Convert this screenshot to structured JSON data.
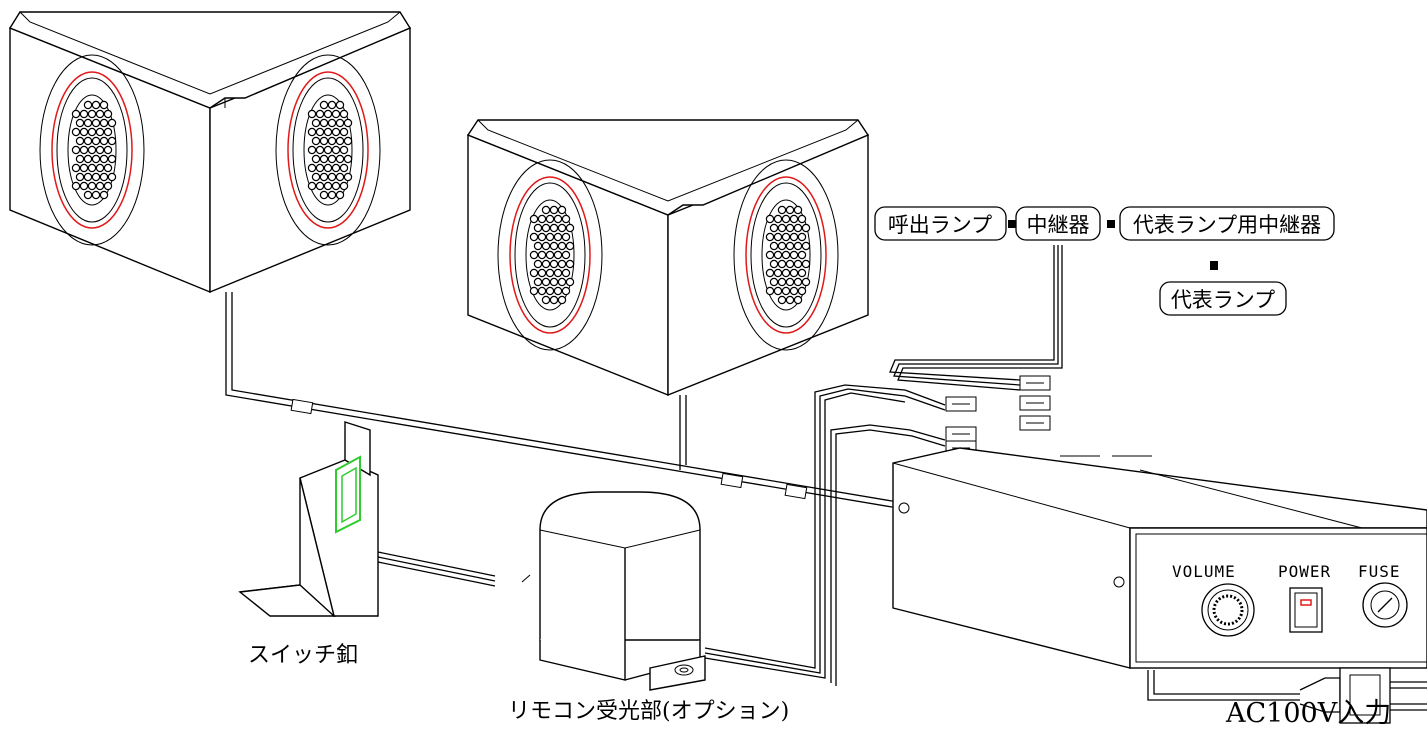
{
  "boxes": {
    "call_lamp": "呼出ランプ",
    "repeater": "中継器",
    "rep_lamp_repeater": "代表ランプ用中継器",
    "rep_lamp": "代表ランプ"
  },
  "panel": {
    "volume": "VOLUME",
    "power": "POWER",
    "fuse": "FUSE"
  },
  "captions": {
    "switch_box": "スイッチ釦",
    "remote_receiver": "リモコン受光部(オプション)",
    "ac_input": "AC100V入力"
  },
  "colors": {
    "speaker_ring": "#e01a1a",
    "switch_button": "#2ecc2e",
    "power_indicator": "#e01a1a"
  }
}
